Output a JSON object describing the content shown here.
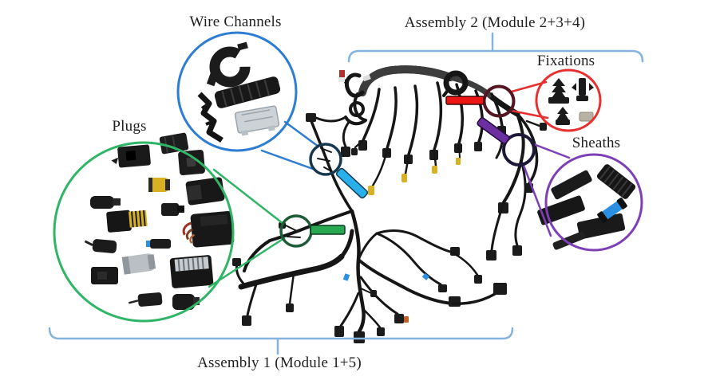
{
  "labels": {
    "wire_channels": "Wire Channels",
    "assembly_2": "Assembly 2 (Module 2+3+4)",
    "fixations": "Fixations",
    "sheaths": "Sheaths",
    "plugs": "Plugs",
    "assembly_1": "Assembly 1 (Module 1+5)"
  },
  "colors": {
    "wire_channels_circle": "#2d7dd2",
    "plugs_circle": "#2eb565",
    "fixations_circle": "#e63030",
    "sheaths_circle": "#7d3fb5",
    "assembly_bracket": "#85b3e0",
    "highlight_wire_channel": "#29b0ea",
    "highlight_plug": "#28a850",
    "highlight_fixation": "#ee1515",
    "highlight_sheath": "#6b2fa0",
    "zoom_circle_wire_channels": "#17374f",
    "zoom_circle_plugs": "#1d5a36",
    "zoom_circle_fixations": "#551623",
    "zoom_circle_sheaths": "#1e1838",
    "text": "#1f1f1f"
  }
}
